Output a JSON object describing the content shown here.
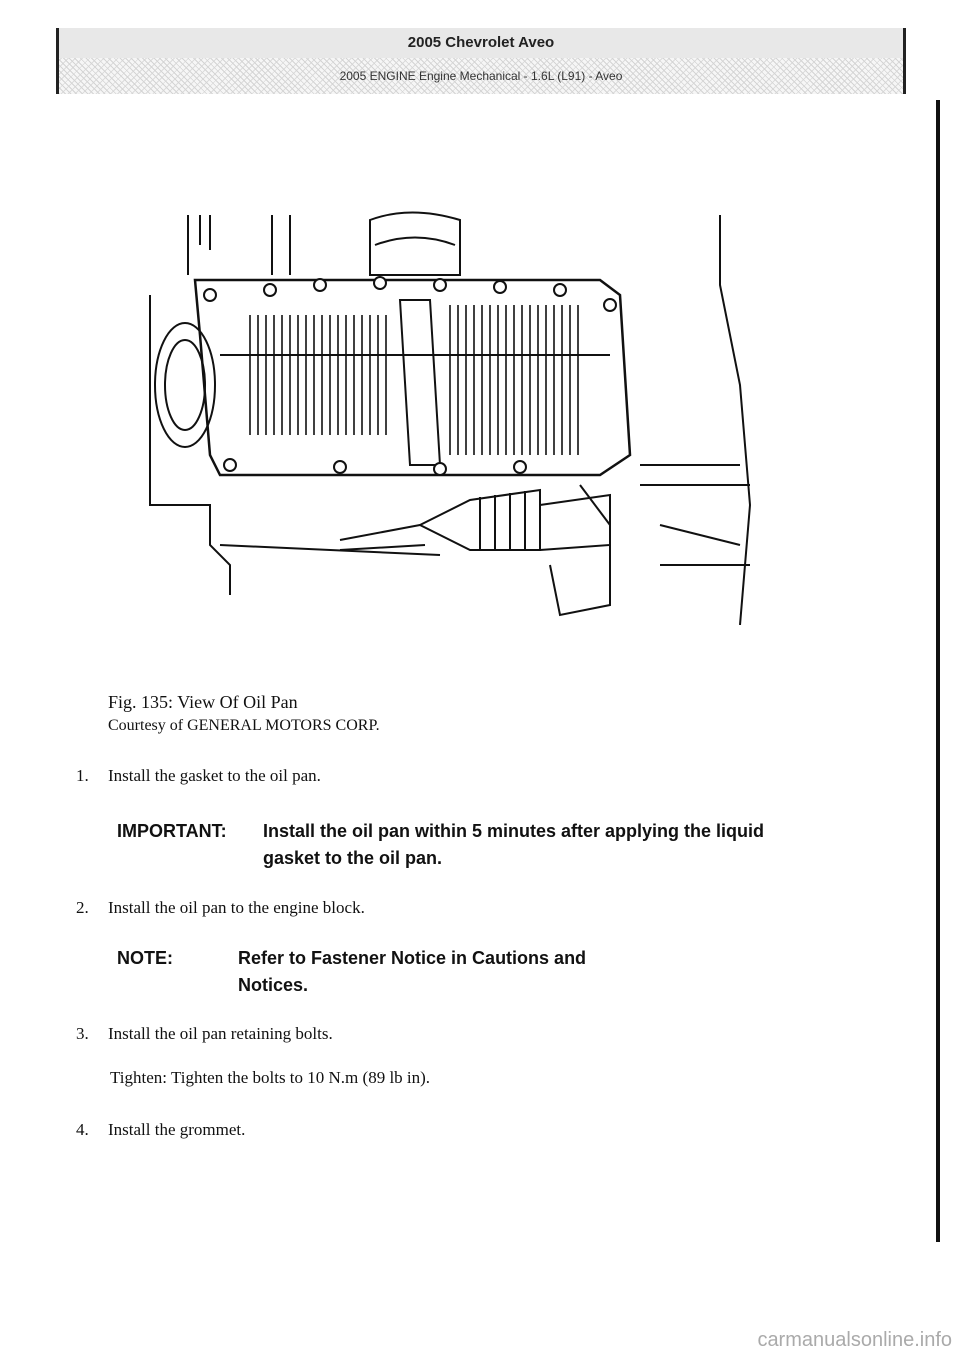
{
  "header": {
    "title": "2005 Chevrolet Aveo",
    "subtitle": "2005 ENGINE Engine Mechanical - 1.6L (L91) - Aveo"
  },
  "figure": {
    "caption": "Fig. 135: View Of Oil Pan",
    "credit": "Courtesy of GENERAL MOTORS CORP."
  },
  "steps": [
    {
      "num": "1.",
      "text": "Install the gasket to the oil pan."
    },
    {
      "num": "2.",
      "text": "Install the oil pan to the engine block."
    },
    {
      "num": "3.",
      "text": "Install the oil pan retaining bolts."
    },
    {
      "num": "4.",
      "text": "Install the grommet."
    }
  ],
  "important": {
    "label": "IMPORTANT:",
    "line1": "Install the oil pan within 5 minutes after applying the liquid",
    "line2": "gasket to the oil pan."
  },
  "note": {
    "label": "NOTE:",
    "line1": "Refer to Fastener Notice in Cautions and",
    "line2": "Notices."
  },
  "tighten": "Tighten: Tighten the bolts to 10 N.m (89 lb in).",
  "footer": "carmanualsonline.info"
}
